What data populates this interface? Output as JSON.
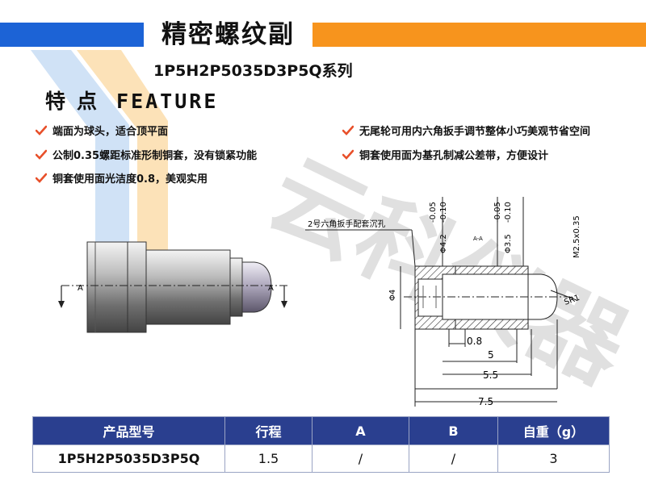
{
  "header": {
    "title": "精密螺纹副",
    "subtitle": "1P5H2P5035D3P5Q系列",
    "colors": {
      "left_bar": "#1c63d6",
      "right_bar": "#f7941d"
    }
  },
  "features": {
    "label_cn": "特点",
    "label_en": "FEATURE",
    "bullet_icon": "check-icon",
    "bullet_color": "#e8502a",
    "left": [
      "端面为球头，适合顶平面",
      "公制0.35螺距标准形制铜套，没有锁紧功能",
      "铜套使用面光洁度0.8，美观实用"
    ],
    "right": [
      "无尾轮可用内六角扳手调节整体小巧美观节省空间",
      "铜套使用面为基孔制减公差带，方便设计"
    ]
  },
  "watermark": {
    "text": "云科仪器"
  },
  "drawing": {
    "section_mark": "A",
    "section_title": "A-A",
    "hex_note": "2号六角扳手配套沉孔",
    "dim_d1": "-0.05",
    "dim_d1b": "-0.10",
    "dim_d1_main": "Φ4.2",
    "dim_d2": "-0.05",
    "dim_d2b": "-0.10",
    "dim_d2_main": "Φ3.5",
    "dim_thread": "M2.5x0.35",
    "dim_body": "Φ4",
    "dim_radius": "SR1",
    "len_08": "0.8",
    "len_5": "5",
    "len_55": "5.5",
    "len_75": "7.5"
  },
  "spec_table": {
    "headers": [
      "产品型号",
      "行程",
      "A",
      "B",
      "自重（g）"
    ],
    "rows": [
      [
        "1P5H2P5035D3P5Q",
        "1.5",
        "/",
        "/",
        "3"
      ]
    ],
    "header_color": "#2a3f8f"
  }
}
